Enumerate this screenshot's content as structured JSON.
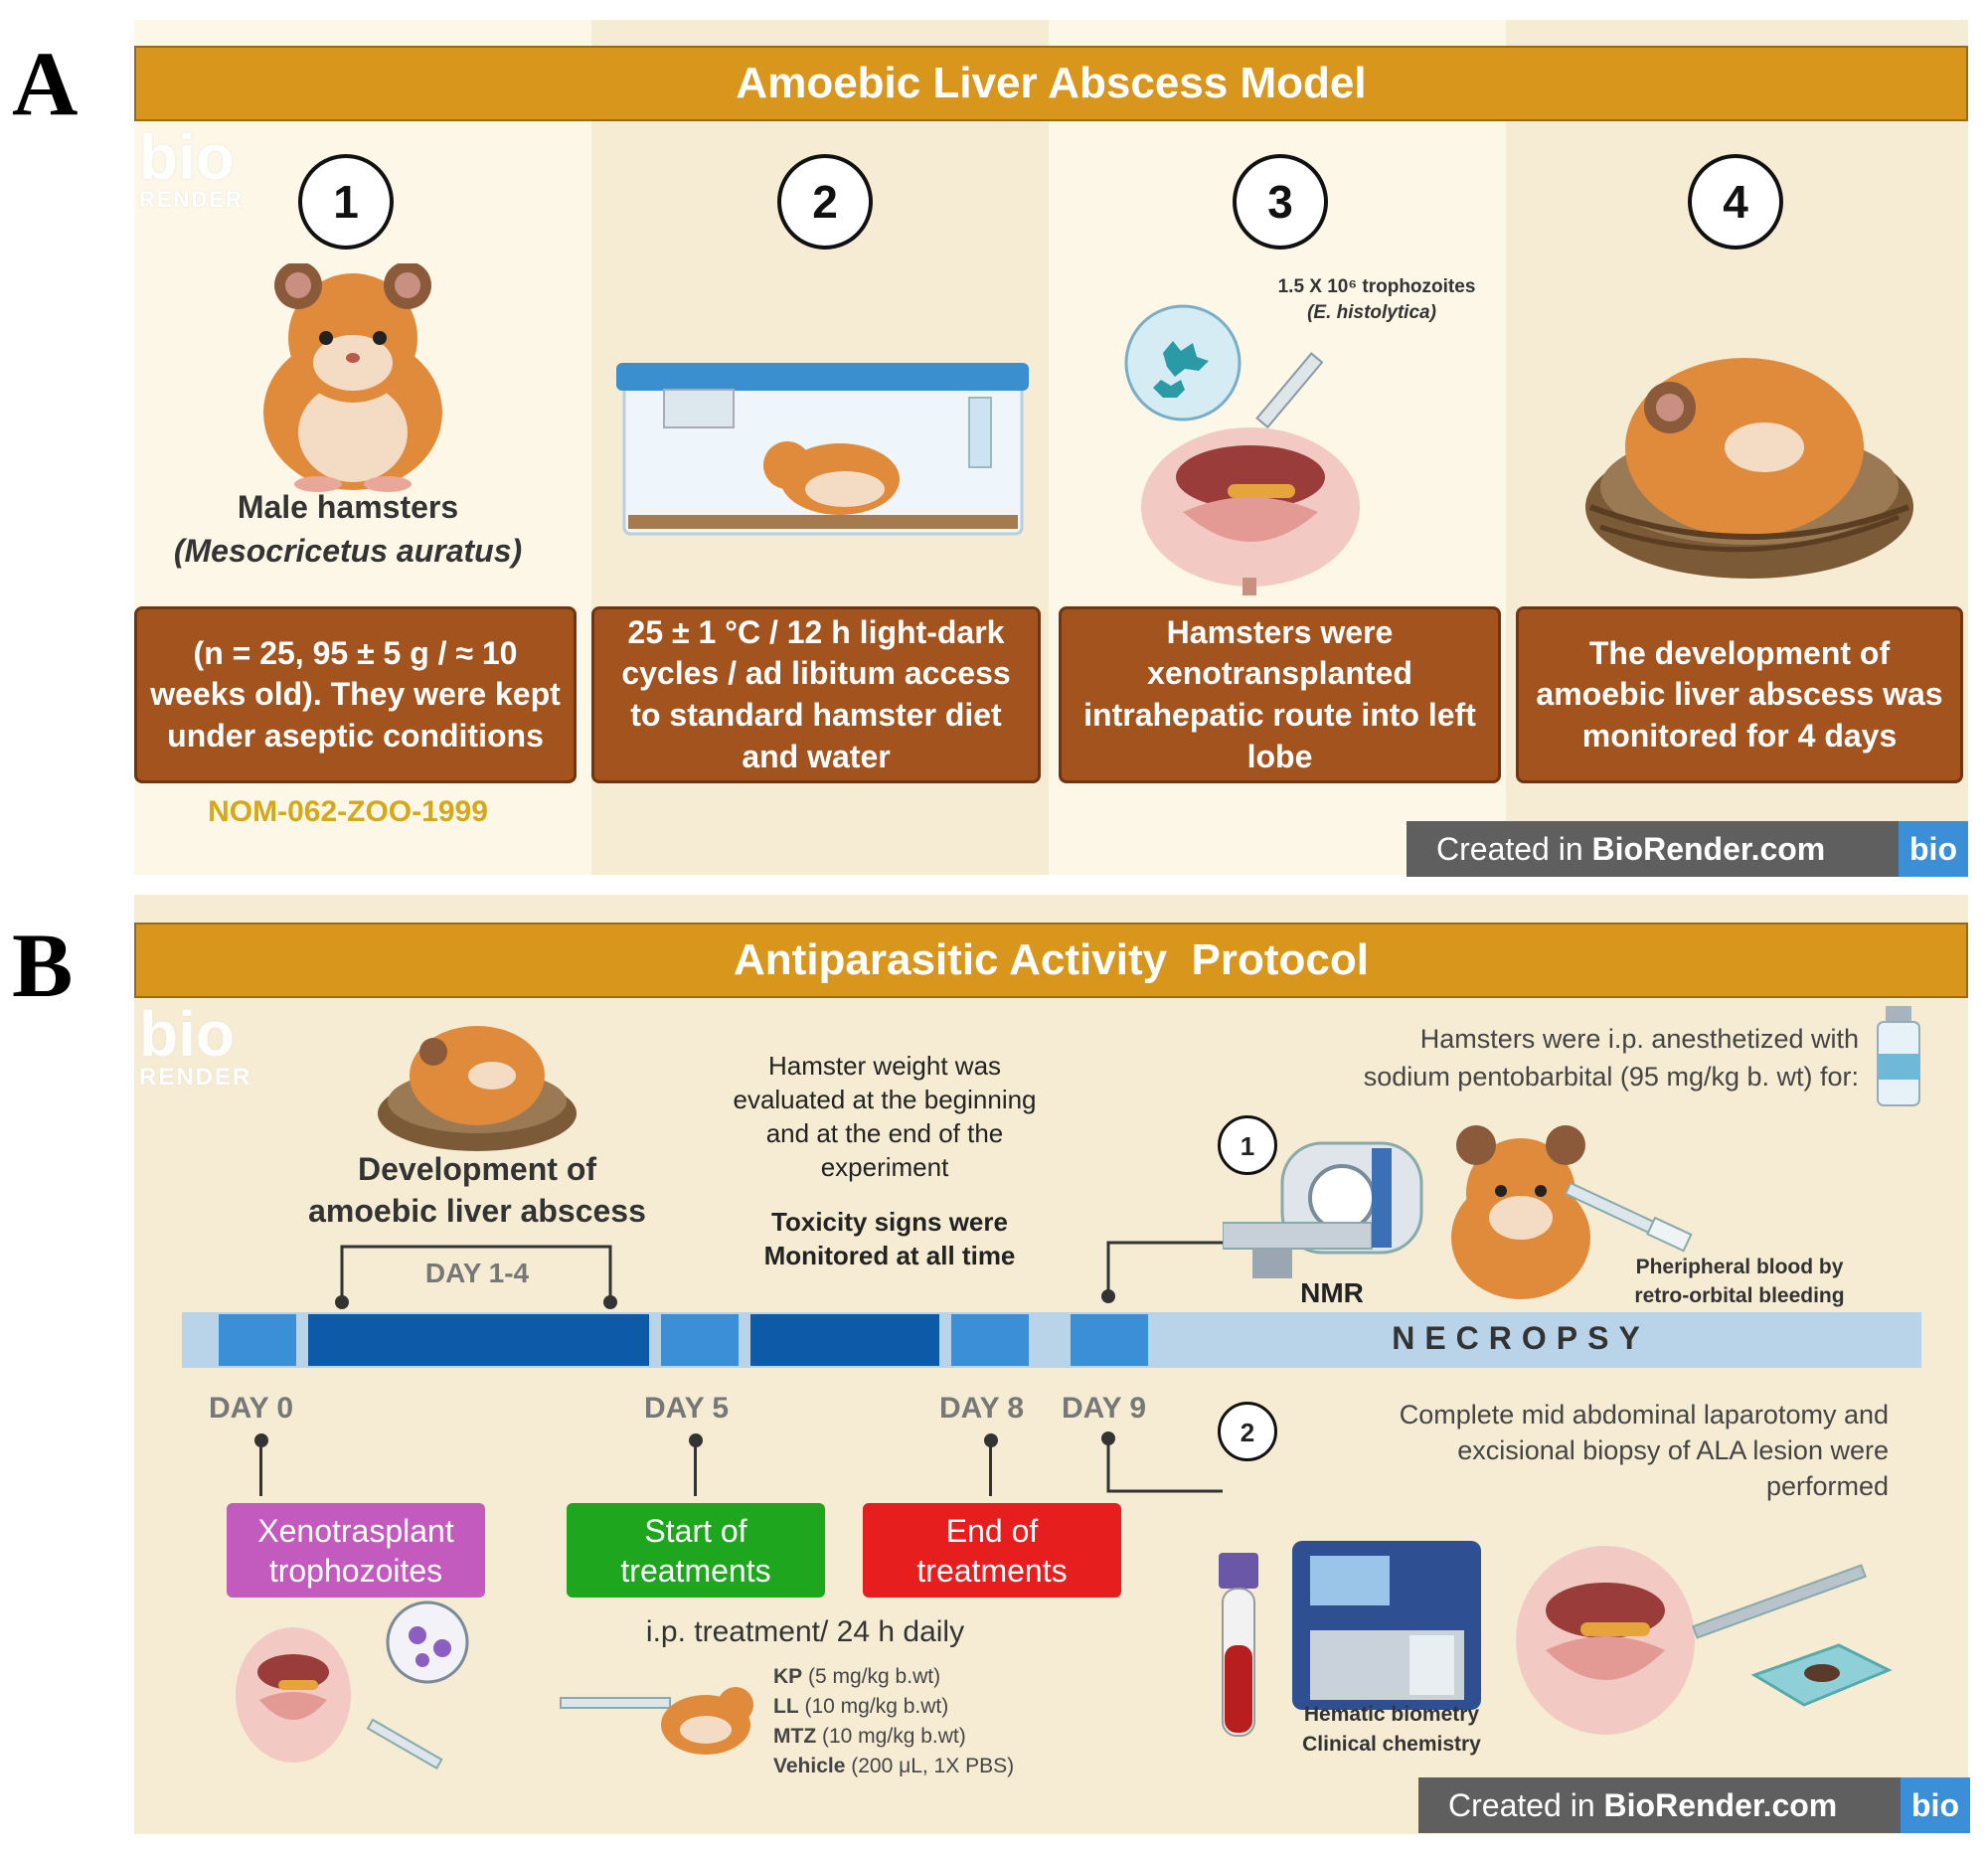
{
  "panel_a": {
    "letter": "A",
    "title": "Amoebic Liver Abscess Model",
    "watermark_top": "bio",
    "watermark_bottom": "RENDER",
    "steps": [
      {
        "num": "1",
        "caption_line1": "Male hamsters",
        "caption_line2": "(Mesocricetus auratus)",
        "box": "(n = 25, 95 ± 5 g / ≈ 10 weeks old). They were kept under aseptic conditions",
        "note": "NOM-062-ZOO-1999"
      },
      {
        "num": "2",
        "box": "25 ± 1 °C / 12 h light-dark cycles / ad libitum access to standard hamster diet and water"
      },
      {
        "num": "3",
        "inoc_line1": "1.5 X 10⁶ trophozoites",
        "inoc_line2": "(E. histolytica)",
        "box": "Hamsters were xenotransplanted intrahepatic route into left lobe"
      },
      {
        "num": "4",
        "box": "The development of amoebic liver abscess was monitored for 4 days"
      }
    ],
    "credit_prefix": "Created in ",
    "credit_brand": "BioRender.com",
    "credit_badge": "bio"
  },
  "panel_b": {
    "letter": "B",
    "title": "Antiparasitic Activity  Protocol",
    "watermark_top": "bio",
    "watermark_bottom": "RENDER",
    "dev_title_line1": "Development of",
    "dev_title_line2": "amoebic liver abscess",
    "bracket_label": "DAY 1-4",
    "weight_note": [
      "Hamster weight was",
      "evaluated at the beginning",
      "and at the end of the",
      "experiment"
    ],
    "toxicity_note": [
      "Toxicity signs were",
      "Monitored at all time"
    ],
    "anesthesia_note": [
      "Hamsters were i.p. anesthetized with",
      "sodium pentobarbital (95 mg/kg b. wt) for:"
    ],
    "step1_num": "1",
    "nmr_label": "NMR",
    "blood_label": [
      "Pheripheral blood by",
      "retro-orbital bleeding"
    ],
    "necropsy": "NECROPSY",
    "days": [
      "DAY 0",
      "DAY 5",
      "DAY 8",
      "DAY 9"
    ],
    "step2_num": "2",
    "step2_text": [
      "Complete mid abdominal laparotomy and",
      "excisional biopsy of ALA lesion were",
      "performed"
    ],
    "boxes": {
      "xeno": [
        "Xenotrasplant",
        "trophozoites"
      ],
      "start": [
        "Start of",
        "treatments"
      ],
      "end": [
        "End of",
        "treatments"
      ]
    },
    "treatment_title": "i.p. treatment/ 24 h daily",
    "treatments": [
      {
        "name": "KP",
        "dose": "(5 mg/kg b.wt)"
      },
      {
        "name": "LL",
        "dose": "(10 mg/kg b.wt)"
      },
      {
        "name": "MTZ",
        "dose": "(10 mg/kg b.wt)"
      },
      {
        "name": "Vehicle",
        "dose": "(200 μL, 1X PBS)"
      }
    ],
    "analysis_label": [
      "Hematic biometry",
      "Clinical chemistry"
    ],
    "credit_prefix": "Created in ",
    "credit_brand": "BioRender.com",
    "credit_badge": "bio"
  },
  "colors": {
    "banner": "#d9961c",
    "brown_box": "#a3531e",
    "note_yellow": "#d4a81a",
    "xeno_box": "#c25bbd",
    "start_box": "#1fa61f",
    "end_box": "#e61e1e",
    "timeline_light": "#b9d3e8",
    "timeline_mid": "#3b8fd6",
    "timeline_dark": "#0d5aa8"
  }
}
